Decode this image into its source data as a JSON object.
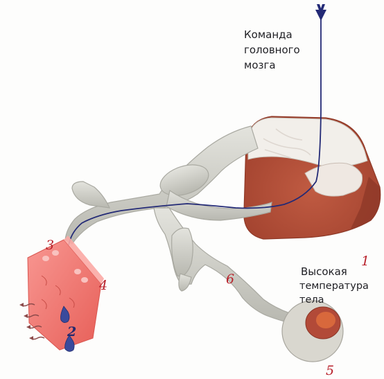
{
  "labels": {
    "brain_command": [
      "Команда",
      "головного",
      "мозга"
    ],
    "high_temp": [
      "Высокая",
      "температура тела"
    ]
  },
  "markers": {
    "n1": "1",
    "n2": "2",
    "n3": "3",
    "n4": "4",
    "n5": "5",
    "n6": "6"
  },
  "colors": {
    "nerve_tissue": "#cfcfc8",
    "spinal_grey": "#b14a35",
    "skin": "#f07a74",
    "nerve_fiber": "#232a76",
    "label_number": "#b8202a",
    "sweat_drop": "#3a4a9c"
  }
}
